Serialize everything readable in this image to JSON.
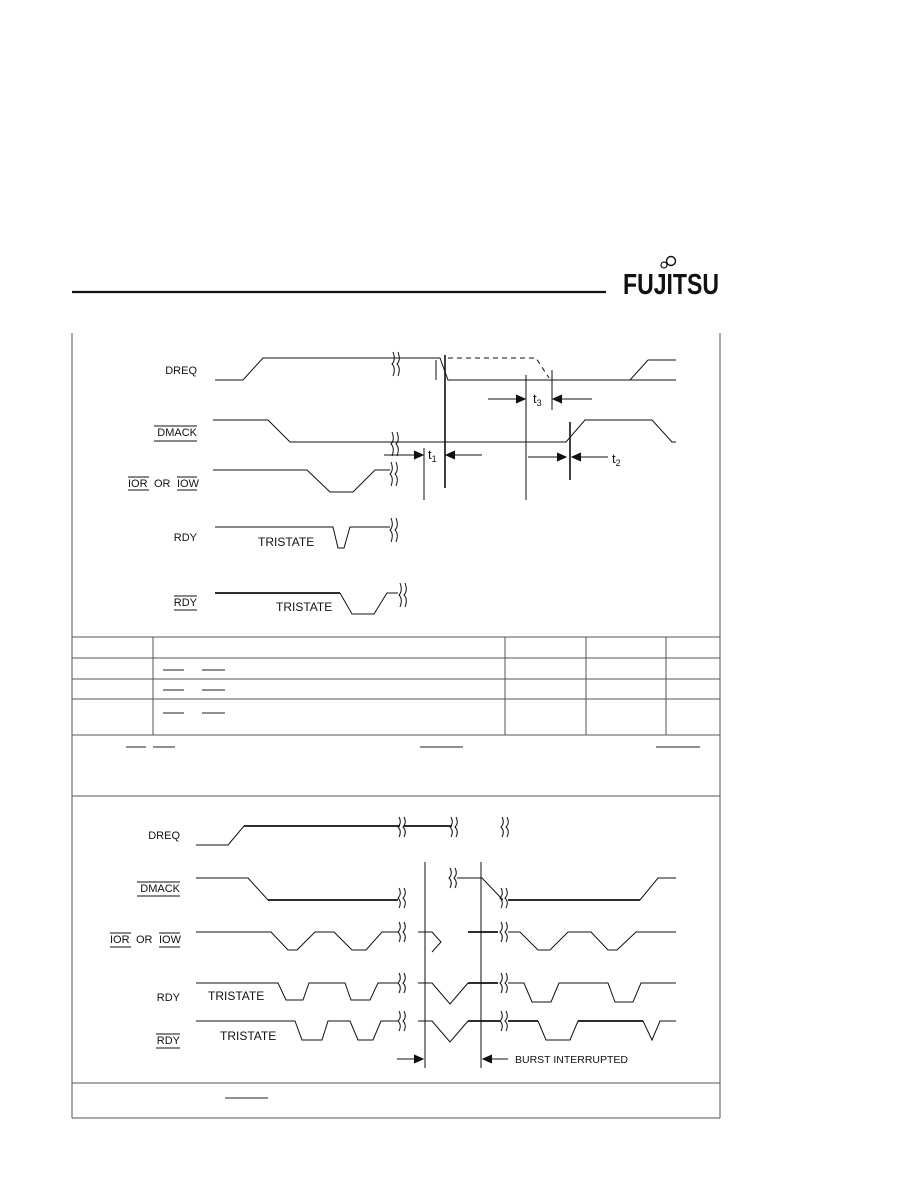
{
  "header": {
    "logo_text": "FUJITSU"
  },
  "diagram_top": {
    "signals": {
      "dreq": "DREQ",
      "dmack": "DMACK",
      "ior": "IOR",
      "or_word": "OR",
      "iow": "IOW",
      "rdy1": "RDY",
      "rdy2": "RDY"
    },
    "tristate_1": "TRISTATE",
    "tristate_2": "TRISTATE",
    "timing": {
      "t1": "t",
      "t1_sub": "1",
      "t2": "t",
      "t2_sub": "2",
      "t3": "t",
      "t3_sub": "3"
    }
  },
  "diagram_bottom": {
    "signals": {
      "dreq": "DREQ",
      "dmack": "DMACK",
      "ior": "IOR",
      "or_word": "OR",
      "iow": "IOW",
      "rdy1": "RDY",
      "rdy2": "RDY"
    },
    "tristate_1": "TRISTATE",
    "tristate_2": "TRISTATE",
    "burst_label": "BURST INTERRUPTED"
  }
}
